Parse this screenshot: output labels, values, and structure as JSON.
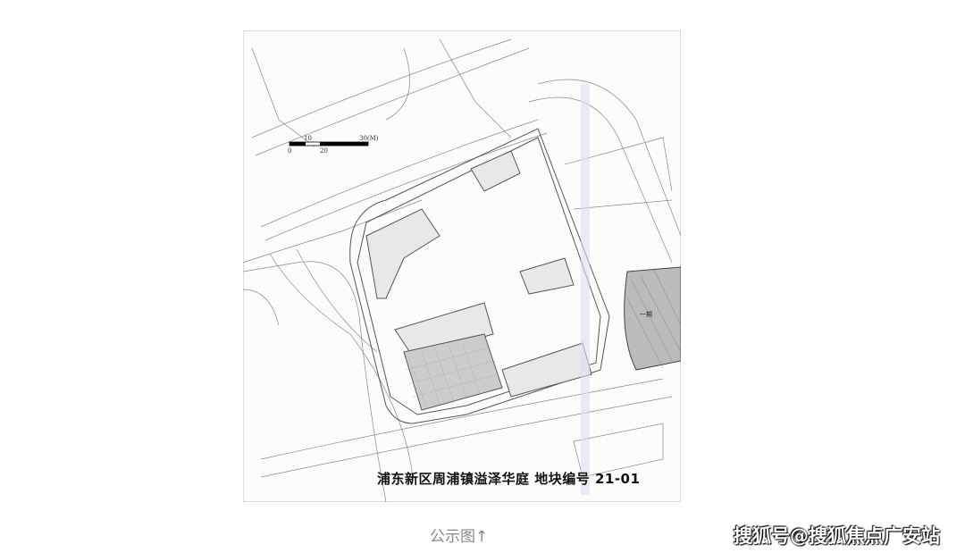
{
  "plan": {
    "title": "浦东新区周浦镇溢泽华庭   地块编号 21-01",
    "scale_labels": [
      "0",
      "10",
      "20",
      "30(M)"
    ],
    "neighbor_label": "一期"
  },
  "caption": "公示图↑",
  "watermark": "搜狐号@搜狐焦点广安站"
}
